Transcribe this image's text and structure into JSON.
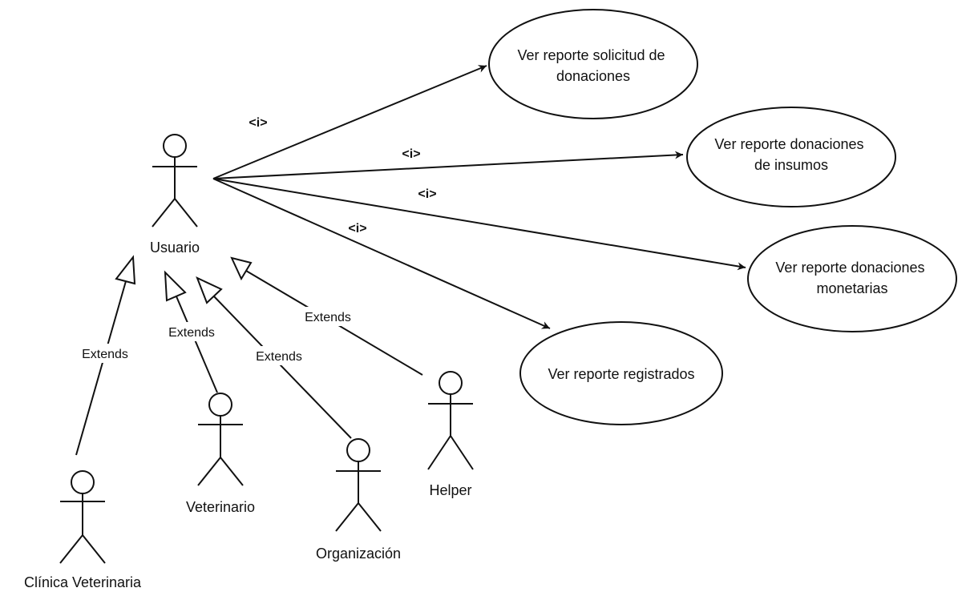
{
  "actors": {
    "usuario": "Usuario",
    "clinica": "Clínica Veterinaria",
    "veterinario": "Veterinario",
    "organizacion": "Organización",
    "helper": "Helper"
  },
  "use_cases": {
    "solicitud": [
      "Ver reporte solicitud de",
      "donaciones"
    ],
    "insumos": [
      "Ver reporte donaciones",
      "de insumos"
    ],
    "monetarias": [
      "Ver reporte donaciones",
      "monetarias"
    ],
    "registrados": [
      "Ver reporte registrados"
    ]
  },
  "include_label": "<i>",
  "extends_label": "Extends"
}
